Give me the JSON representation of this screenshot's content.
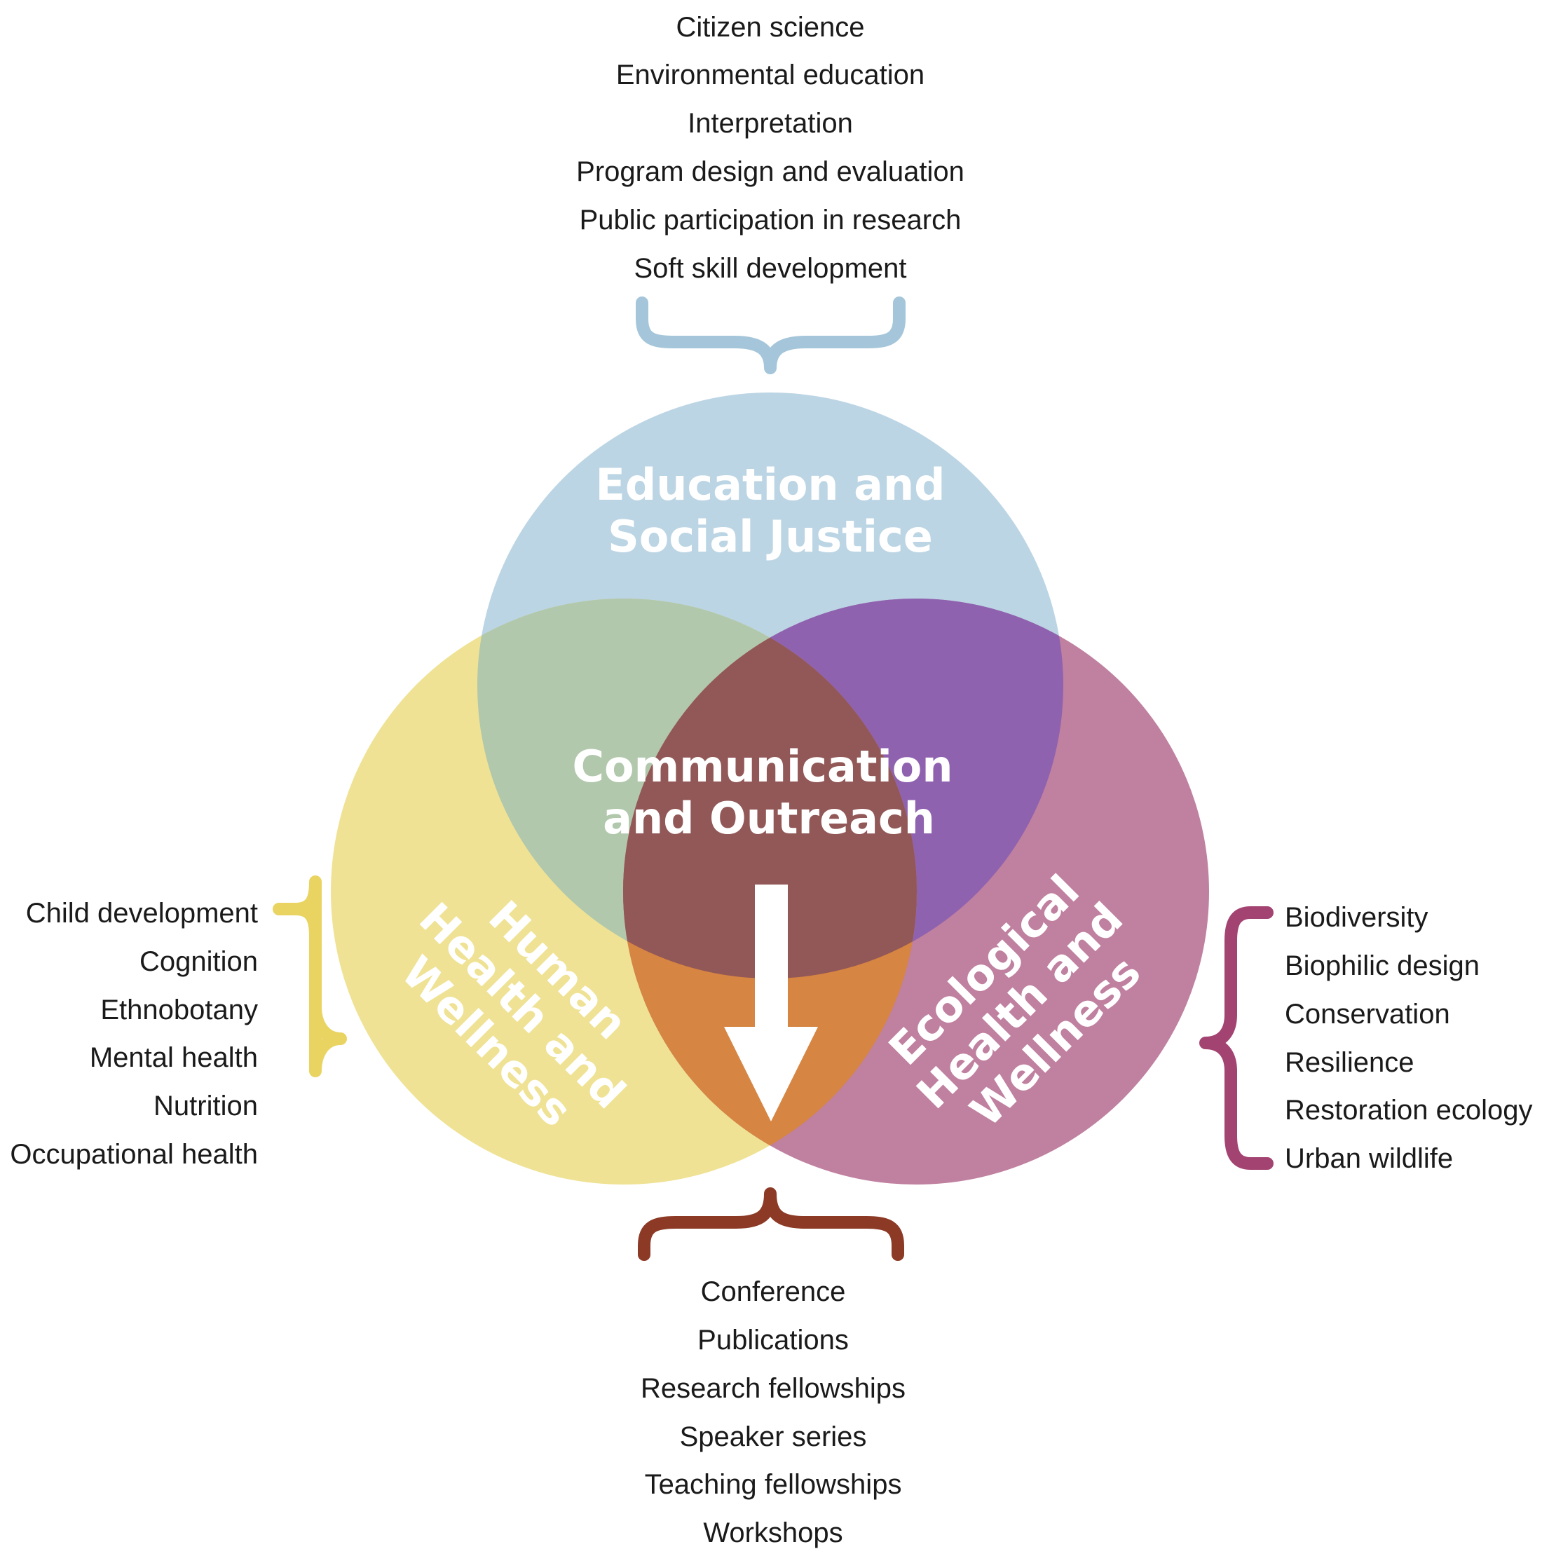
{
  "colors": {
    "education": "#9fc3d9",
    "human": "#e8d566",
    "ecological": "#a84f7c",
    "core_top_pair": "#b1c8ac",
    "core_purple": "#8f62b0",
    "core_orange": "#d68542",
    "core_center": "#925757",
    "brace_education": "#a5c6da",
    "brace_human": "#e9d462",
    "brace_ecological": "#a34371",
    "brace_communication": "#8c3a26",
    "text": "#1a1a1a",
    "label": "#ffffff"
  },
  "circles": {
    "education": {
      "line1": "Education and",
      "line2": "Social Justice",
      "items": [
        "Citizen science",
        "Environmental education",
        "Interpretation",
        "Program design and evaluation",
        "Public participation in research",
        "Soft skill development"
      ]
    },
    "human": {
      "line1": "Human",
      "line2": "Health and",
      "line3": "Wellness",
      "items": [
        "Child development",
        "Cognition",
        "Ethnobotany",
        "Mental health",
        "Nutrition",
        "Occupational health"
      ]
    },
    "ecological": {
      "line1": "Ecological",
      "line2": "Health and",
      "line3": "Wellness",
      "items": [
        "Biodiversity",
        "Biophilic design",
        "Conservation",
        "Resilience",
        "Restoration ecology",
        "Urban wildlife"
      ]
    },
    "communication": {
      "line1": "Communication",
      "line2": "and Outreach",
      "items": [
        "Conference",
        "Publications",
        "Research fellowships",
        "Speaker series",
        "Teaching fellowships",
        "Workshops"
      ]
    }
  },
  "icons": {
    "center_arrow": "down-arrow-icon"
  }
}
